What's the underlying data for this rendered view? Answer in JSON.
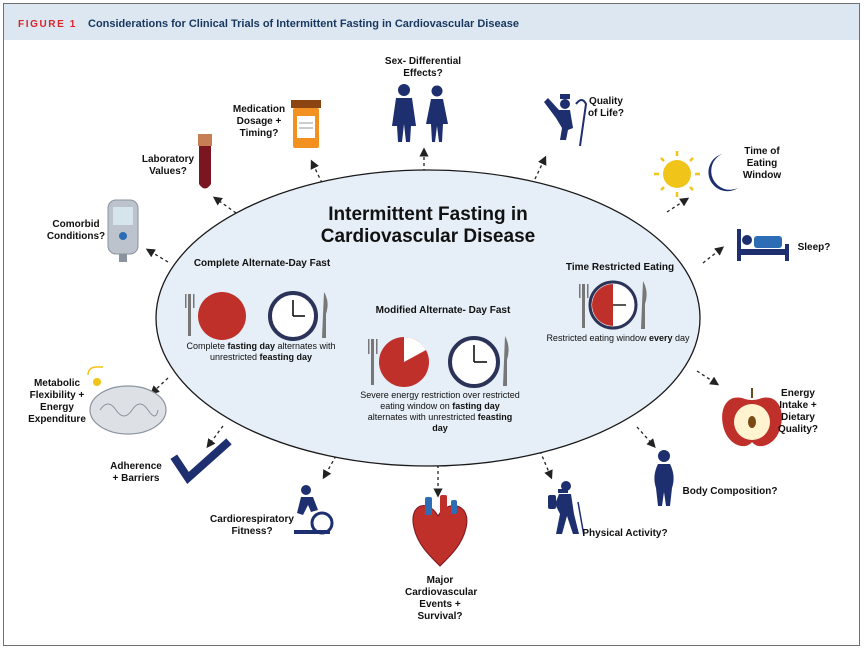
{
  "figure": {
    "number": "FIGURE 1",
    "title": "Considerations for Clinical Trials of Intermittent Fasting in Cardiovascular Disease"
  },
  "center": {
    "title": "Intermittent Fasting in Cardiovascular Disease",
    "complete": {
      "heading": "Complete Alternate-Day Fast",
      "caption": {
        "t1": "Complete ",
        "t2": "fasting day",
        "t3": " alternates with unrestricted ",
        "t4": "feasting day"
      }
    },
    "modified": {
      "heading": "Modified Alternate- Day Fast",
      "caption": {
        "t1": "Severe energy restriction over restricted eating window on ",
        "t2": "fasting day",
        "t3": " alternates with unrestricted ",
        "t4": "feasting day"
      }
    },
    "tre": {
      "heading": "Time Restricted Eating",
      "caption": {
        "t1": "Restricted eating window ",
        "t2": "every",
        "t3": " day"
      }
    }
  },
  "considerations": {
    "sex": "Sex- Differential Effects?",
    "medication": "Medication Dosage + Timing?",
    "lab": "Laboratory Values?",
    "comorbid": "Comorbid Conditions?",
    "metabolic": "Metabolic Flexibility + Energy Expenditure",
    "adherence": "Adherence + Barriers",
    "cardio": "Cardiorespiratory Fitness?",
    "mace": "Major Cardiovascular Events + Survival?",
    "physical": "Physical Activity?",
    "body": "Body Composition?",
    "energy": "Energy Intake + Dietary Quality?",
    "sleep": "Sleep?",
    "time": "Time of Eating Window",
    "qol": "Quality of Life?"
  },
  "colors": {
    "accent_red": "#c0302b",
    "navy": "#1d2f6e",
    "ellipse_fill": "#e6eef7",
    "header_bg": "#dde7f1"
  }
}
